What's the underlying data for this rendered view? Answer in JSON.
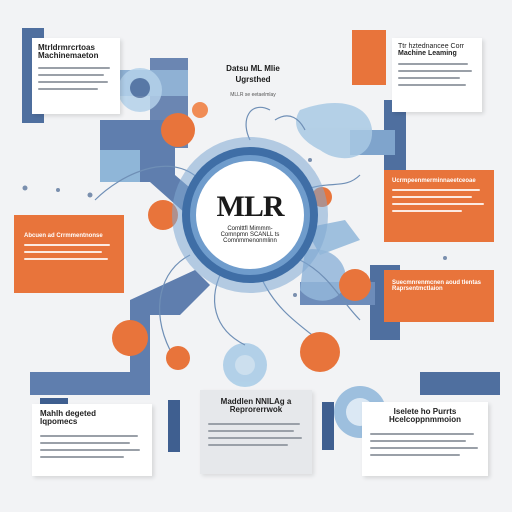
{
  "top_center": {
    "title": "Datsu ML Mlie",
    "subtitle": "Ugrsthed",
    "caption": "MLLR se eetaelmlay"
  },
  "hub": {
    "title": "MLR",
    "line1": "Comlttfl Mimmm-",
    "line2": "Comnpmn SCANLL ts",
    "line3": "Comnmmenonmlinn"
  },
  "cards": {
    "top_left": {
      "title_line1": "Mtrldrmrcrtoas",
      "title_line2": "Machinemaeton"
    },
    "top_right": {
      "title_line1": "Ttr hztednancee Corr",
      "title_line2": "Machine Leaming"
    },
    "mid_right": {
      "title": "Ucrmpeenmerminnaeetceoae"
    },
    "mid_left": {
      "title": "Abcuen ad Crrmmentnonse"
    },
    "lower_right": {
      "title_line1": "Suecmnrenmcnen aoud tlentas",
      "title_line2": "Raprsentmctlaion"
    },
    "bottom_left": {
      "title_line1": "Mahlh degeted",
      "title_line2": "Iqpomecs"
    },
    "bottom_center": {
      "title_line1": "Maddlen NNILAg a",
      "title_line2": "Reprorerrwok"
    },
    "bottom_right": {
      "title_line1": "Iselete ho Purrts",
      "title_line2": "Hcelcoppnmmoion"
    }
  },
  "colors": {
    "orange": "#e8743b",
    "blue_dark": "#5a78a6",
    "blue_light": "#8fb8d8",
    "background": "#f2f3f5"
  }
}
